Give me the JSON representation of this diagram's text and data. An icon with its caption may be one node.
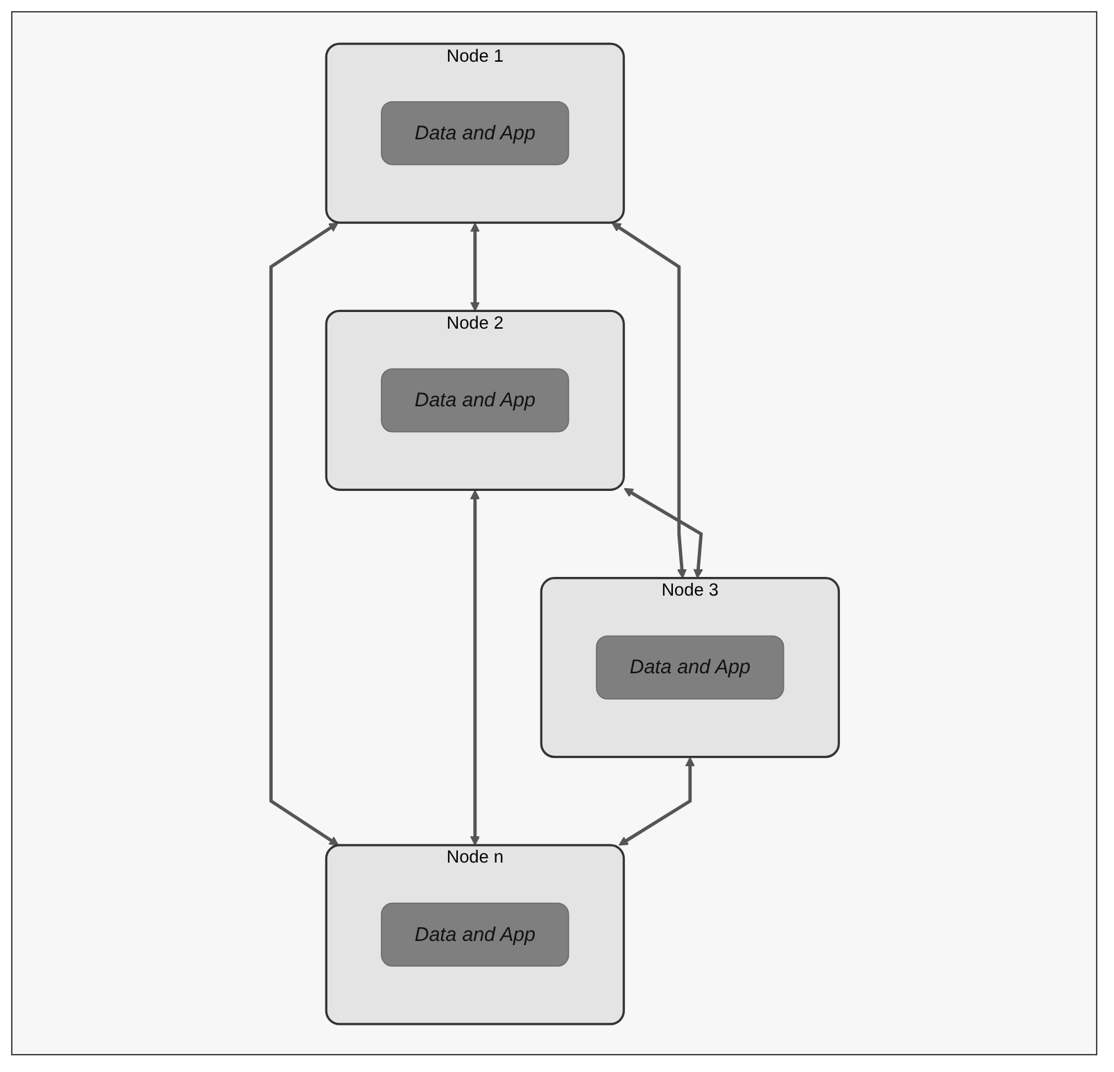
{
  "diagram": {
    "nodes": [
      {
        "text": [
          "Node 1"
        ]
      },
      {
        "text": [
          "Data and App"
        ],
        "in": 0
      },
      {
        "text": [
          "Node 2"
        ]
      },
      {
        "text": [
          "Data and App"
        ],
        "in": 2
      },
      {
        "text": [
          "Node 3"
        ]
      },
      {
        "text": [
          "Data and App"
        ],
        "in": 4
      },
      {
        "text": [
          "Node n"
        ]
      },
      {
        "text": [
          "Data and App"
        ],
        "in": 6
      }
    ],
    "edges": [
      {
        "from": 0,
        "to": 2,
        "arrow": "both"
      },
      {
        "from": 0,
        "to": 4,
        "arrow": "both"
      },
      {
        "from": 0,
        "to": 6,
        "arrow": "both"
      },
      {
        "from": 2,
        "to": 4,
        "arrow": "both"
      },
      {
        "from": 2,
        "to": 6,
        "arrow": "both"
      },
      {
        "from": 4,
        "to": 6,
        "arrow": "both"
      }
    ]
  }
}
